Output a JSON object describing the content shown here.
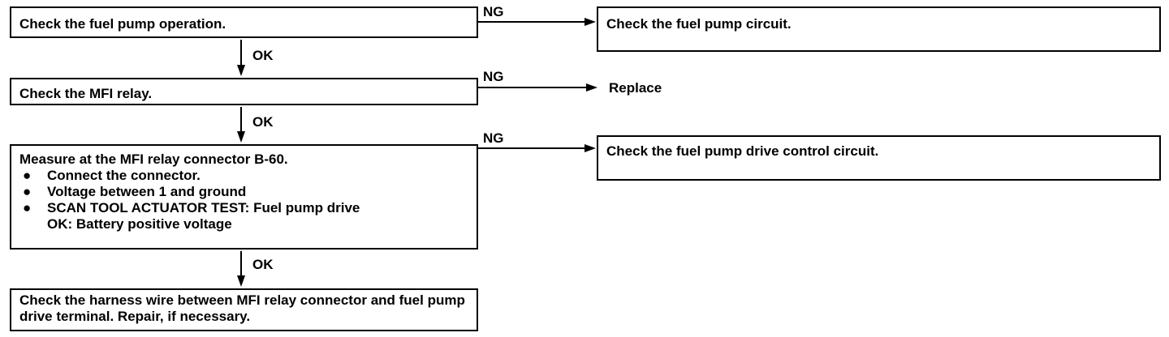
{
  "steps": {
    "s1": "Check the fuel pump operation.",
    "s2": "Check the MFI relay.",
    "s3_title": "Measure at the MFI relay connector B-60.",
    "s3_bullets": [
      "Connect the connector.",
      "Voltage between 1 and ground"
    ],
    "s3_scan_label": "SCAN TOOL ACTUATOR TEST:",
    "s3_scan_value": " Fuel pump drive",
    "s3_ok_label": "OK:",
    "s3_ok_value": " Battery positive voltage",
    "s4": "Check the harness wire between MFI relay connector and fuel pump drive terminal. Repair, if necessary."
  },
  "results": {
    "r1": "Check the fuel pump circuit.",
    "r2": "Replace",
    "r3": "Check the fuel pump drive control circuit."
  },
  "branch_labels": {
    "ng": "NG",
    "ok": "OK"
  },
  "bullet_glyph": "●"
}
